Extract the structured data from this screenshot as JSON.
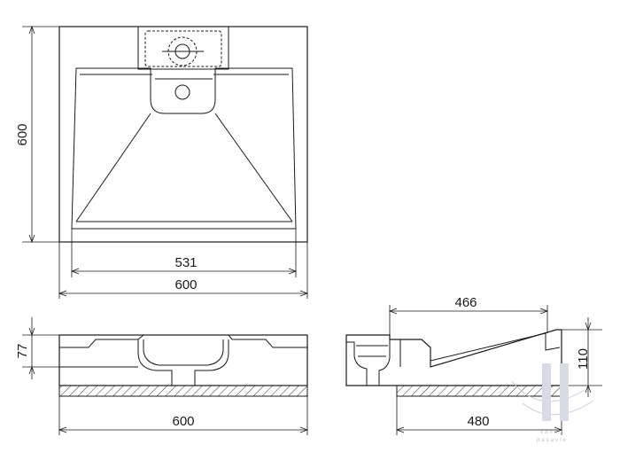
{
  "dimensions": {
    "top_view_depth": "600",
    "top_view_inner_width": "531",
    "top_view_outer_width": "600",
    "front_view_height": "77",
    "front_view_width": "600",
    "side_view_top": "466",
    "side_view_height": "110",
    "side_view_bottom": "480"
  },
  "watermark": {
    "line1": "vannu",
    "line2": "pasaule"
  },
  "colors": {
    "line": "#1a1a1a",
    "watermark": "#c9ced6"
  }
}
